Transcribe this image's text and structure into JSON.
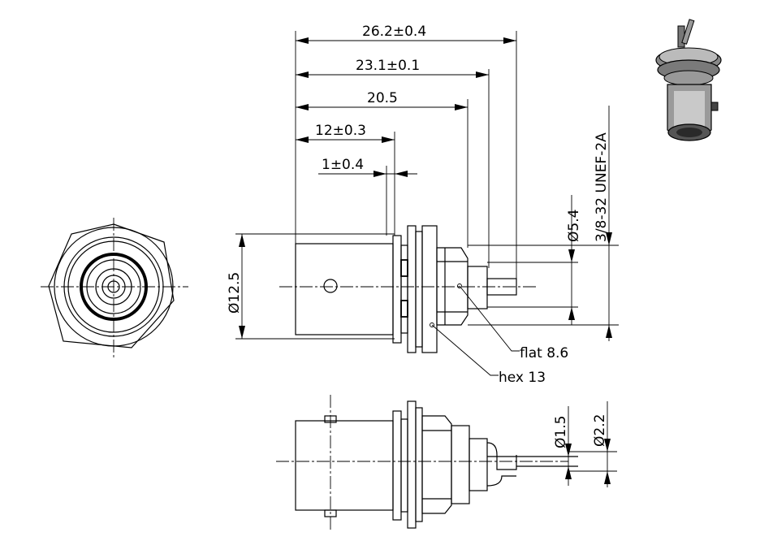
{
  "dimensions": {
    "length_total": "26.2±0.4",
    "length_pin": "23.1±0.1",
    "length_body": "20.5",
    "length_front": "12±0.3",
    "flange_thickness": "1±0.4",
    "diameter_body": "Ø12.5",
    "diameter_pin": "Ø5.4",
    "thread": "3/8-32 UNEF-2A",
    "flat": "flat 8.6",
    "hex": "hex 13",
    "diameter_wire": "Ø1.5",
    "diameter_insulation": "Ø2.2"
  },
  "icons": [
    "bnc-front-view",
    "bnc-side-view",
    "bnc-bottom-view",
    "bnc-3d-thumbnail"
  ]
}
